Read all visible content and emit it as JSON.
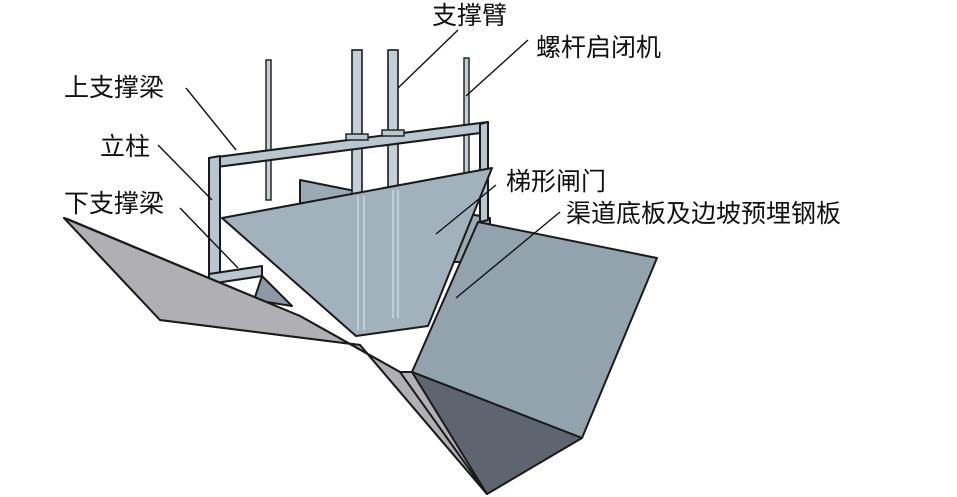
{
  "labels": {
    "support_arm": "支撑臂",
    "screw_hoist": "螺杆启闭机",
    "upper_beam": "上支撑梁",
    "column": "立柱",
    "lower_beam": "下支撑梁",
    "trapezoid_gate": "梯形闸门",
    "embedded_plate": "渠道底板及边坡预埋钢板"
  },
  "colors": {
    "left_slope": "#b2b2b6",
    "right_slope": "#93a3ad",
    "channel_floor": "#5d6670",
    "gate": "#a2b2bd",
    "frame": "#b8c6cf",
    "outline": "#1a1a1a"
  }
}
